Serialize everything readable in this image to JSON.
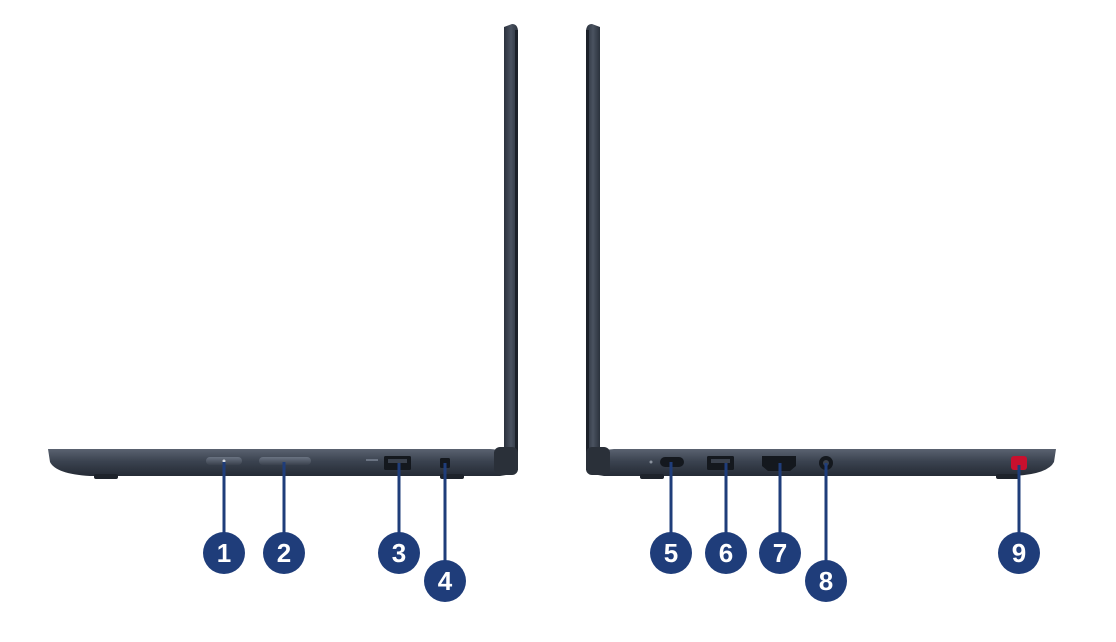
{
  "colors": {
    "background": "#ffffff",
    "body": "#3b4350",
    "body_dark": "#222831",
    "body_light": "#5a6270",
    "port": "#14181e",
    "leader": "#1f3d7a",
    "callout": "#1f3d7a",
    "red_accent": "#c8102e"
  },
  "callouts": [
    {
      "id": "1",
      "label": "1",
      "feature": "power-button"
    },
    {
      "id": "2",
      "label": "2",
      "feature": "volume-button"
    },
    {
      "id": "3",
      "label": "3",
      "feature": "usb-a-port-left"
    },
    {
      "id": "4",
      "label": "4",
      "feature": "security-lock-slot"
    },
    {
      "id": "5",
      "label": "5",
      "feature": "usb-c-port"
    },
    {
      "id": "6",
      "label": "6",
      "feature": "usb-a-port-right"
    },
    {
      "id": "7",
      "label": "7",
      "feature": "hdmi-port"
    },
    {
      "id": "8",
      "label": "8",
      "feature": "audio-jack"
    },
    {
      "id": "9",
      "label": "9",
      "feature": "red-indicator"
    }
  ]
}
